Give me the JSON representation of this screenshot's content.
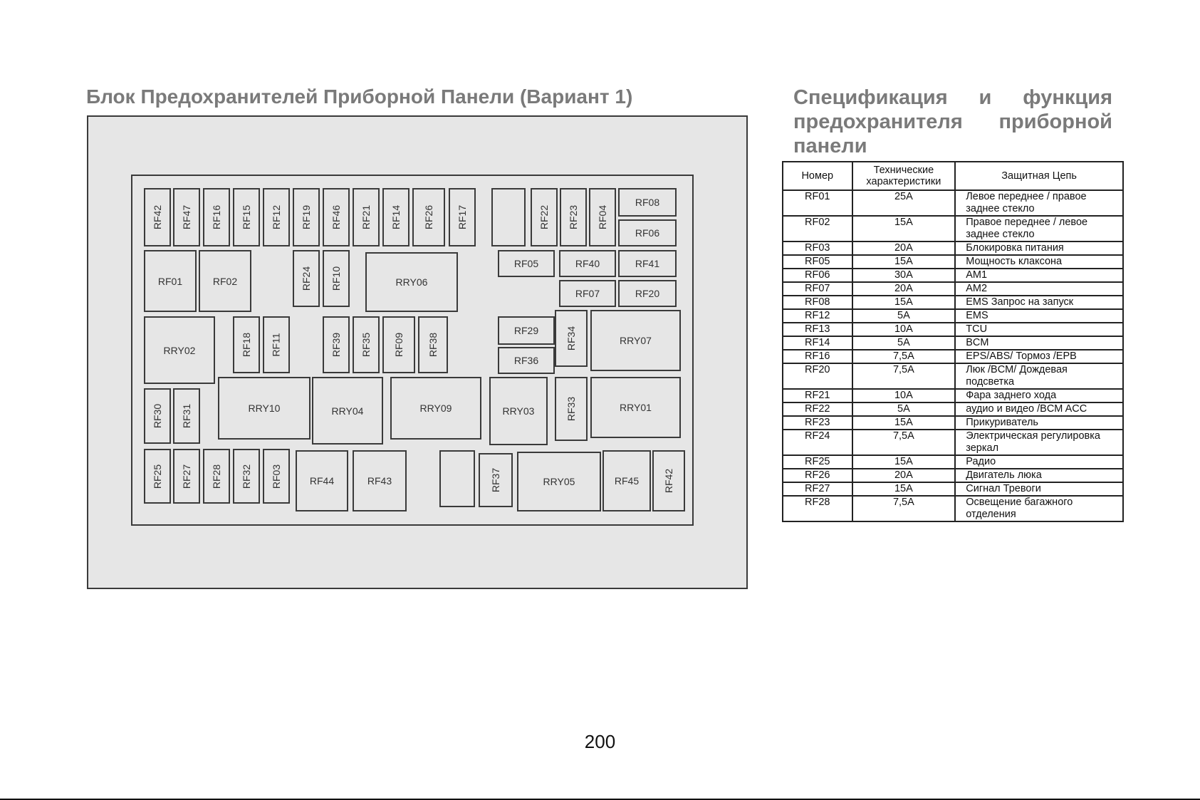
{
  "diagram": {
    "title": "Блок Предохранителей Приборной Панели (Вариант 1)",
    "fuses": [
      {
        "label": "RF42"
      },
      {
        "label": "RF47"
      },
      {
        "label": "RF16"
      },
      {
        "label": "RF15"
      },
      {
        "label": "RF12"
      },
      {
        "label": "RF19"
      },
      {
        "label": "RF46"
      },
      {
        "label": "RF21"
      },
      {
        "label": "RF14"
      },
      {
        "label": "RF26"
      },
      {
        "label": "RF17"
      },
      {
        "label": ""
      },
      {
        "label": "RF22"
      },
      {
        "label": "RF23"
      },
      {
        "label": "RF04"
      },
      {
        "label": "RF08"
      },
      {
        "label": "RF06"
      },
      {
        "label": "RF01"
      },
      {
        "label": "RF02"
      },
      {
        "label": "RF24"
      },
      {
        "label": "RF10"
      },
      {
        "label": "RRY06"
      },
      {
        "label": "RF05"
      },
      {
        "label": "RF40"
      },
      {
        "label": "RF41"
      },
      {
        "label": "RF07"
      },
      {
        "label": "RF20"
      },
      {
        "label": "RRY02"
      },
      {
        "label": "RF18"
      },
      {
        "label": "RF11"
      },
      {
        "label": "RF39"
      },
      {
        "label": "RF35"
      },
      {
        "label": "RF09"
      },
      {
        "label": "RF38"
      },
      {
        "label": "RF29"
      },
      {
        "label": "RF36"
      },
      {
        "label": "RF34"
      },
      {
        "label": "RRY07"
      },
      {
        "label": "RF30"
      },
      {
        "label": "RF31"
      },
      {
        "label": "RRY10"
      },
      {
        "label": "RRY04"
      },
      {
        "label": "RRY09"
      },
      {
        "label": "RRY03"
      },
      {
        "label": "RF33"
      },
      {
        "label": "RRY01"
      },
      {
        "label": "RF25"
      },
      {
        "label": "RF27"
      },
      {
        "label": "RF28"
      },
      {
        "label": "RF32"
      },
      {
        "label": "RF03"
      },
      {
        "label": "RF44"
      },
      {
        "label": "RF43"
      },
      {
        "label": ""
      },
      {
        "label": "RF37"
      },
      {
        "label": "RRY05"
      },
      {
        "label": "RF45"
      },
      {
        "label": "RF42"
      }
    ]
  },
  "spec": {
    "title": "Спецификация и функция предохранителя приборной панели",
    "headers": [
      "Номер",
      "Технические характеристики",
      "Защитная Цепь"
    ],
    "rows": [
      [
        "RF01",
        "25A",
        "Левое переднее / правое заднее стекло"
      ],
      [
        "RF02",
        "15A",
        "Правое переднее / левое заднее стекло"
      ],
      [
        "RF03",
        "20A",
        "Блокировка питания"
      ],
      [
        "RF05",
        "15A",
        "Мощность клаксона"
      ],
      [
        "RF06",
        "30A",
        "AM1"
      ],
      [
        "RF07",
        "20A",
        "AM2"
      ],
      [
        "RF08",
        "15A",
        "EMS Запрос на запуск"
      ],
      [
        "RF12",
        "5A",
        "EMS"
      ],
      [
        "RF13",
        "10A",
        "TCU"
      ],
      [
        "RF14",
        "5A",
        "BCM"
      ],
      [
        "RF16",
        "7,5A",
        "EPS/ABS/ Тормоз /EPB"
      ],
      [
        "RF20",
        "7,5A",
        "Люк /BCM/ Дождевая подсветка"
      ],
      [
        "RF21",
        "10A",
        "Фара заднего хода"
      ],
      [
        "RF22",
        "5A",
        "аудио и видео /BCM ACC"
      ],
      [
        "RF23",
        "15A",
        "Прикуриватель"
      ],
      [
        "RF24",
        "7,5A",
        "Электрическая регулировка зеркал"
      ],
      [
        "RF25",
        "15A",
        "Радио"
      ],
      [
        "RF26",
        "20A",
        "Двигатель люка"
      ],
      [
        "RF27",
        "15A",
        "Сигнал Тревоги"
      ],
      [
        "RF28",
        "7,5A",
        "Освещение багажного отделения"
      ]
    ]
  },
  "page_number": "200"
}
